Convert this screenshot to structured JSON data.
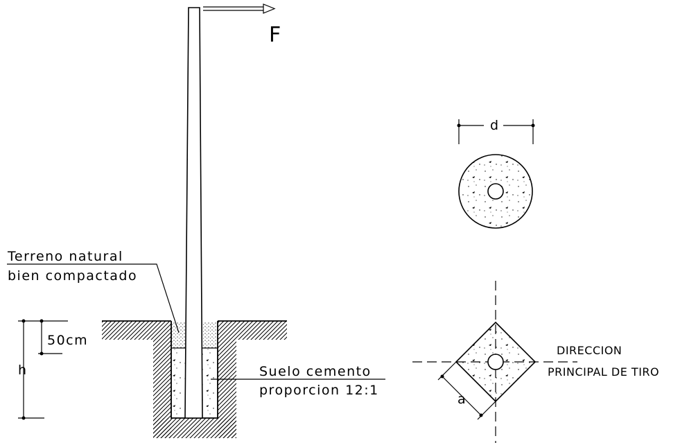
{
  "labels": {
    "force": "F",
    "ground_line1": "Terreno natural",
    "ground_line2": "bien compactado",
    "depth_top": "50cm",
    "depth_total": "h",
    "soil_line1": "Suelo cemento",
    "soil_line2": "proporcion 12:1",
    "diameter": "d",
    "side": "a",
    "direction_line1": "DIRECCION",
    "direction_line2": "PRINCIPAL DE TIRO"
  },
  "colors": {
    "line": "#000000",
    "background": "#ffffff"
  }
}
